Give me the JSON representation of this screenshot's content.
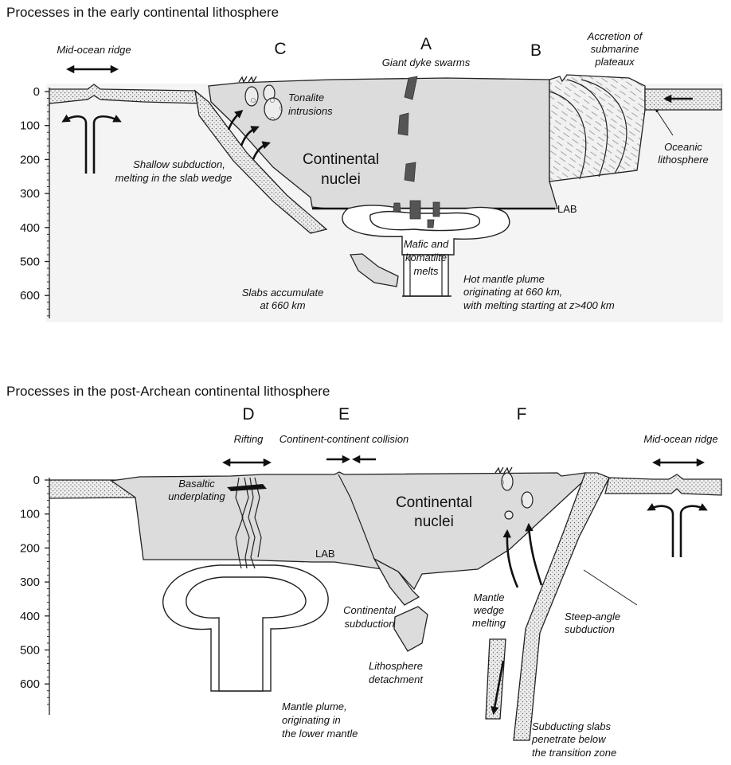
{
  "panels": [
    {
      "title": "Processes in the early continental lithosphere",
      "depth_ticks": [
        "0",
        "100",
        "200",
        "300",
        "400",
        "500",
        "600"
      ],
      "letters": {
        "A": "A",
        "B": "B",
        "C": "C"
      },
      "continent_label": [
        "Continental",
        "nuclei"
      ],
      "labels": {
        "mid_ocean_ridge": "Mid-ocean ridge",
        "giant_dyke": "Giant dyke swarms",
        "accretion": [
          "Accretion of",
          "submarine",
          "plateaux"
        ],
        "tonalite": [
          "Tonalite",
          "intrusions"
        ],
        "shallow_subduction": [
          "Shallow subduction,",
          "melting in the slab wedge"
        ],
        "oceanic": [
          "Oceanic",
          "lithosphere"
        ],
        "lab": "LAB",
        "mafic": [
          "Mafic and",
          "komatiite",
          "melts"
        ],
        "hot_plume": [
          "Hot mantle plume",
          "originating at 660 km,",
          "with melting starting at z>400 km"
        ],
        "slabs_accumulate": [
          "Slabs accumulate",
          "at 660 km"
        ]
      }
    },
    {
      "title": "Processes in the post-Archean continental lithosphere",
      "depth_ticks": [
        "0",
        "100",
        "200",
        "300",
        "400",
        "500",
        "600"
      ],
      "letters": {
        "D": "D",
        "E": "E",
        "F": "F"
      },
      "continent_label": [
        "Continental",
        "nuclei"
      ],
      "labels": {
        "rifting": "Rifting",
        "collision": "Continent-continent collision",
        "mid_ocean_ridge": "Mid-ocean ridge",
        "basaltic": [
          "Basaltic",
          "underplating"
        ],
        "lab": "LAB",
        "continental_subduction": [
          "Continental",
          "subduction"
        ],
        "mantle_wedge": [
          "Mantle",
          "wedge",
          "melting"
        ],
        "steep_angle": [
          "Steep-angle",
          "subduction"
        ],
        "detachment": [
          "Lithosphere",
          "detachment"
        ],
        "mantle_plume": [
          "Mantle plume,",
          "originating in",
          "the lower mantle"
        ],
        "subducting_slabs": [
          "Subducting slabs",
          "penetrate below",
          "the transition zone"
        ]
      }
    }
  ],
  "colors": {
    "lithosphere_fill": "#dcdcdc",
    "ink": "#222222",
    "background_fill": "#f4f4f4"
  }
}
